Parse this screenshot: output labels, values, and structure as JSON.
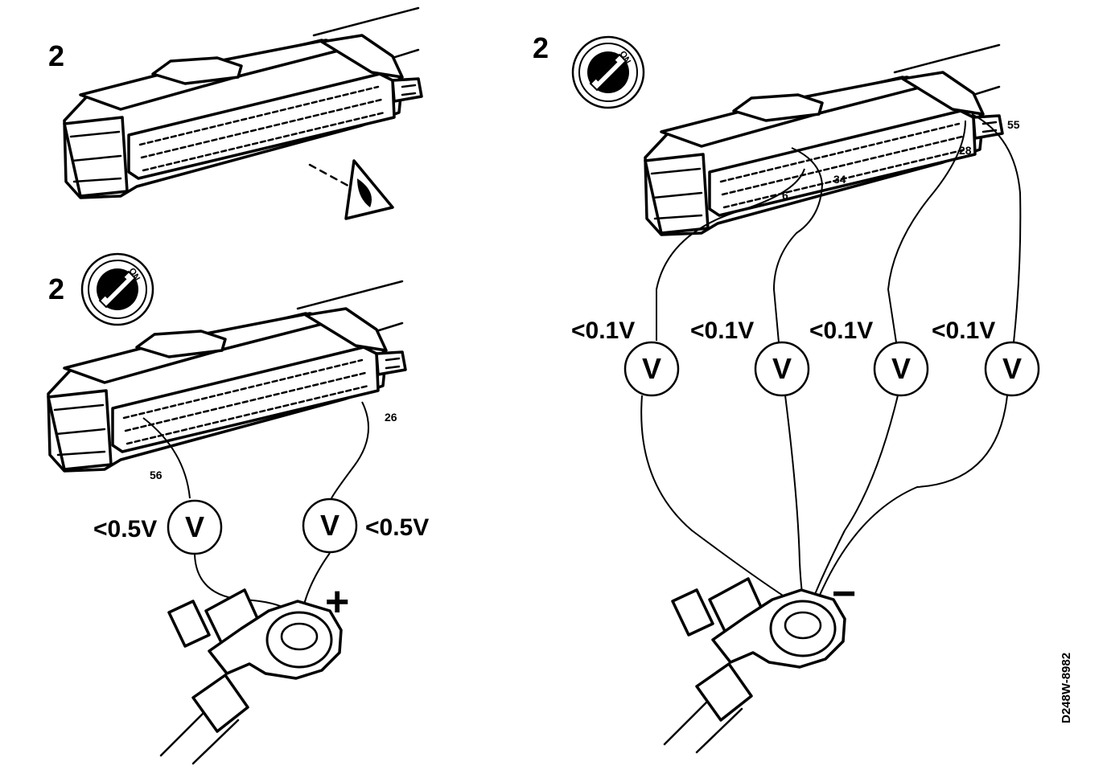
{
  "figure_ref": "D248W-8982",
  "panels": {
    "top_left": {
      "step": "2"
    },
    "bottom_left": {
      "step": "2",
      "ignition_label": "ON",
      "pins": [
        "56",
        "26"
      ],
      "meters": [
        {
          "symbol": "V",
          "reading": "<0.5V"
        },
        {
          "symbol": "V",
          "reading": "<0.5V"
        }
      ],
      "battery_terminal": "+"
    },
    "right": {
      "step": "2",
      "ignition_label": "ON",
      "pins": [
        "6",
        "34",
        "28",
        "55"
      ],
      "meters": [
        {
          "symbol": "V",
          "reading": "<0.1V"
        },
        {
          "symbol": "V",
          "reading": "<0.1V"
        },
        {
          "symbol": "V",
          "reading": "<0.1V"
        },
        {
          "symbol": "V",
          "reading": "<0.1V"
        }
      ],
      "battery_terminal": "−"
    }
  },
  "icons": {
    "ignition_switch": "ignition-key-icon",
    "inspection": "eye-icon",
    "meter": "voltmeter-icon"
  },
  "colors": {
    "ink": "#000000",
    "paper": "#ffffff"
  }
}
